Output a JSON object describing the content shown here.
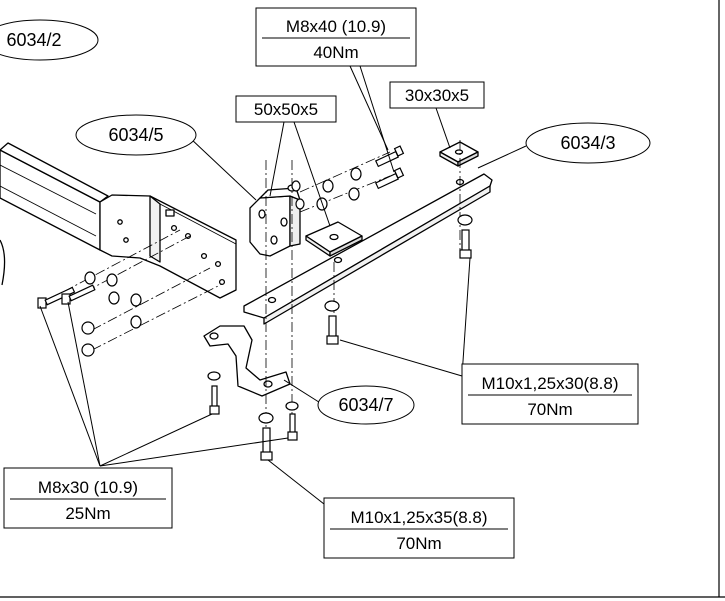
{
  "part_labels": {
    "p6034_2": "6034/2",
    "p6034_5": "6034/5",
    "p6034_3": "6034/3",
    "p6034_7": "6034/7"
  },
  "plates": {
    "plate_50": "50x50x5",
    "plate_30": "30x30x5"
  },
  "bolts": {
    "m8x40": {
      "spec": "M8x40 (10.9)",
      "torque": "40Nm"
    },
    "m8x30": {
      "spec": "M8x30 (10.9)",
      "torque": "25Nm"
    },
    "m10x30": {
      "spec": "M10x1,25x30(8.8)",
      "torque": "70Nm"
    },
    "m10x35": {
      "spec": "M10x1,25x35(8.8)",
      "torque": "70Nm"
    }
  }
}
